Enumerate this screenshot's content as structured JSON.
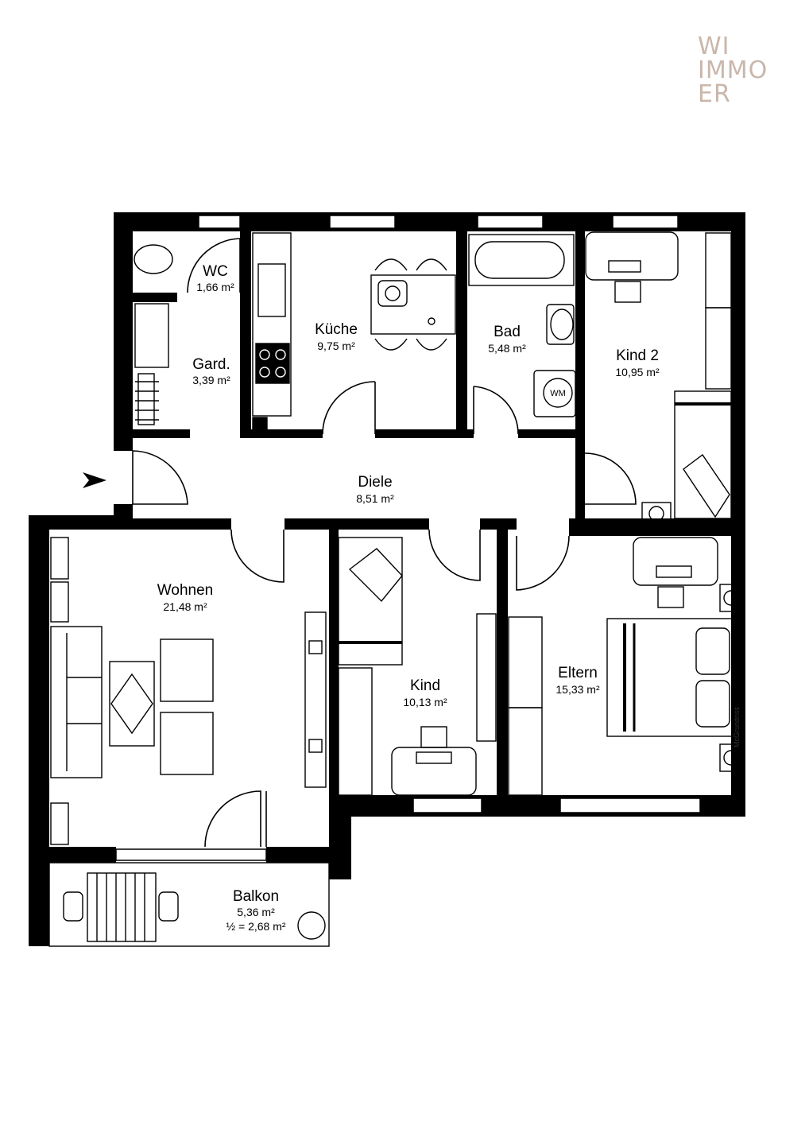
{
  "logo": {
    "line1": "WI",
    "line2": "IMMO",
    "line3": "ER",
    "color": "#c9b7ab"
  },
  "credit": "McGrundriss",
  "rooms": {
    "wc": {
      "name": "WC",
      "area": "1,66 m²"
    },
    "gard": {
      "name": "Gard.",
      "area": "3,39 m²"
    },
    "kueche": {
      "name": "Küche",
      "area": "9,75 m²"
    },
    "bad": {
      "name": "Bad",
      "area": "5,48 m²"
    },
    "kind2": {
      "name": "Kind 2",
      "area": "10,95 m²"
    },
    "diele": {
      "name": "Diele",
      "area": "8,51 m²"
    },
    "wohnen": {
      "name": "Wohnen",
      "area": "21,48 m²"
    },
    "kind": {
      "name": "Kind",
      "area": "10,13 m²"
    },
    "eltern": {
      "name": "Eltern",
      "area": "15,33 m²"
    },
    "balkon": {
      "name": "Balkon",
      "area": "5,36 m²",
      "half": "½ = 2,68 m²"
    }
  },
  "labels": {
    "washing_machine": "WM"
  },
  "colors": {
    "wall": "#000000",
    "logo": "#c9b7ab",
    "background": "#ffffff"
  }
}
